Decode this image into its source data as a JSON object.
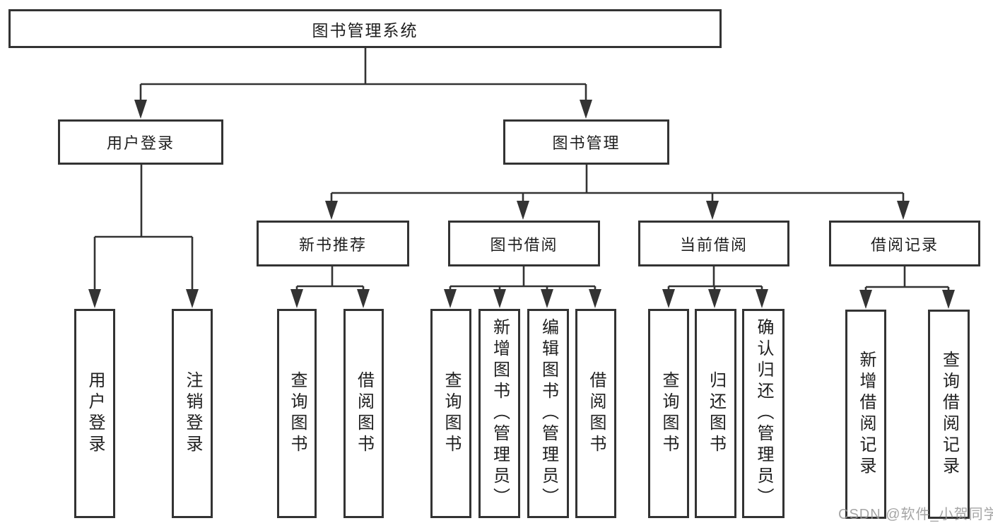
{
  "title": "图书管理系统",
  "level2": {
    "user_login": "用户登录",
    "book_management": "图书管理"
  },
  "level3": {
    "new_book_recommend": "新书推荐",
    "book_borrow": "图书借阅",
    "current_borrow": "当前借阅",
    "borrow_record": "借阅记录"
  },
  "leaves": {
    "login_user": "用户登录",
    "logout": "注销登录",
    "nbr_query_book": "查询图书",
    "nbr_borrow_book": "借阅图书",
    "bb_query_book": "查询图书",
    "bb_add_book": "新增图书（管理员）",
    "bb_edit_book": "编辑图书（管理员）",
    "bb_borrow_book": "借阅图书",
    "cb_query_book": "查询图书",
    "cb_return_book": "归还图书",
    "cb_confirm_return": "确认归还（管理员）",
    "br_add_record": "新增借阅记录",
    "br_query_record": "查询借阅记录"
  },
  "watermark": "CSDN @软件_小贺同学",
  "colors": {
    "line": "#333333",
    "text": "#202020",
    "watermark": "#969696",
    "box_bg": "#ffffff"
  }
}
